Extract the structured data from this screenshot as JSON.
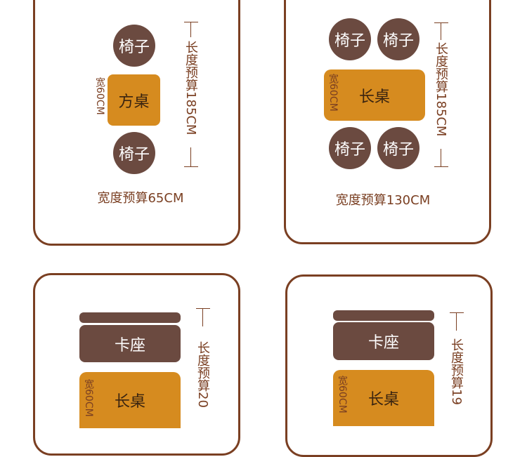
{
  "labels": {
    "chair": "椅子",
    "square_table": "方桌",
    "long_table": "长桌",
    "booth": "卡座",
    "width_60": "宽60CM"
  },
  "panel1": {
    "length": "长度预算185CM",
    "width_budget": "宽度预算65CM"
  },
  "panel2": {
    "length": "长度预算185CM",
    "width_budget": "宽度预算130CM"
  },
  "panel3": {
    "length": "长度预算20"
  },
  "panel4": {
    "length": "长度预算19"
  },
  "colors": {
    "border": "#7a3f22",
    "chair": "#6b4a40",
    "table": "#d68b1f"
  }
}
